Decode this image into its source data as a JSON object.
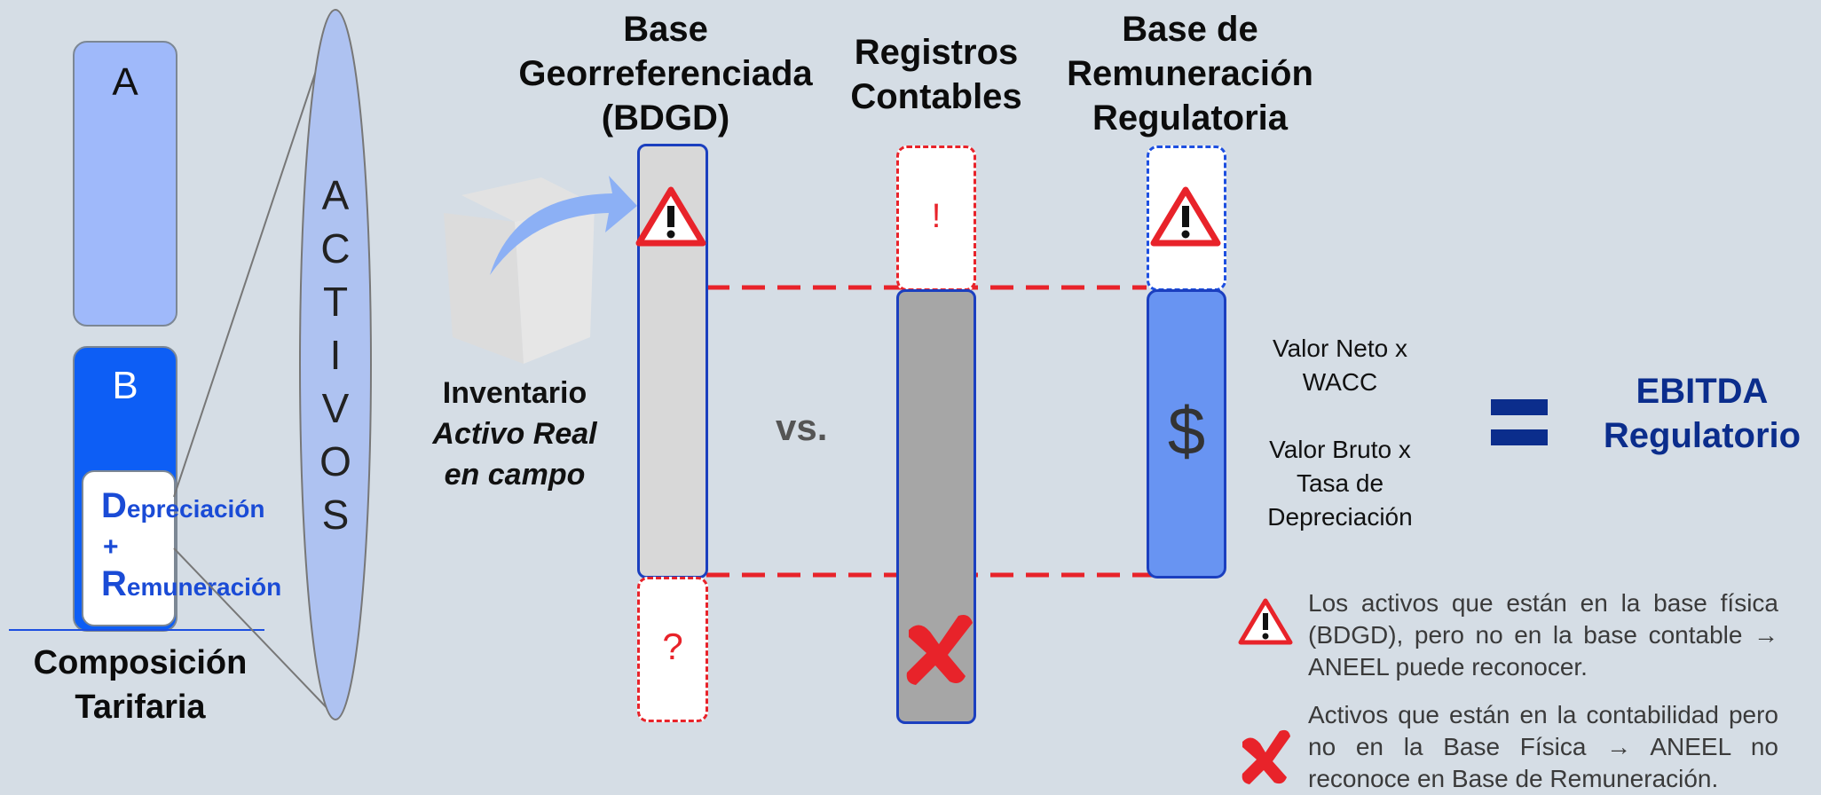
{
  "composition": {
    "col_a_label": "A",
    "col_b_label": "B",
    "dr_line1_initial": "D",
    "dr_line1_rest": "epreciación",
    "dr_plus": "+",
    "dr_line2_initial": "R",
    "dr_line2_rest": "emuneración",
    "caption_line1": "Composición",
    "caption_line2": "Tarifaria"
  },
  "activos_letters": [
    "A",
    "C",
    "T",
    "I",
    "V",
    "O",
    "S"
  ],
  "inventario": {
    "line1": "Inventario",
    "line2": "Activo Real",
    "line3": "en campo"
  },
  "vs_label": "vs.",
  "columns": {
    "bdgd": {
      "line1": "Base",
      "line2": "Georreferenciada",
      "line3": "(BDGD)",
      "bottom_mark": "?"
    },
    "registros": {
      "line1": "Registros",
      "line2": "Contables",
      "top_mark": "!"
    },
    "base_rem": {
      "line1": "Base de",
      "line2": "Remuneración",
      "line3": "Regulatoria",
      "symbol": "$"
    }
  },
  "formula": {
    "line1": "Valor Neto x",
    "line2": "WACC",
    "line3": "Valor Bruto x",
    "line4": "Tasa de",
    "line5": "Depreciación"
  },
  "equals_symbol": "=",
  "result": {
    "line1": "EBITDA",
    "line2": "Regulatorio"
  },
  "legend": {
    "warning_text": "Los activos que están en la base física (BDGD), pero no en la base contable → ANEEL puede reconocer.",
    "cross_text": "Activos que están en la contabilidad pero no en la Base Física → ANEEL no reconoce en Base de Remuneración."
  },
  "colors": {
    "background": "#d5dde5",
    "light_blue": "#9fb9fa",
    "bright_blue": "#0d5ef5",
    "dark_blue_text": "#0b2d8c",
    "alert_red": "#e8232a"
  }
}
